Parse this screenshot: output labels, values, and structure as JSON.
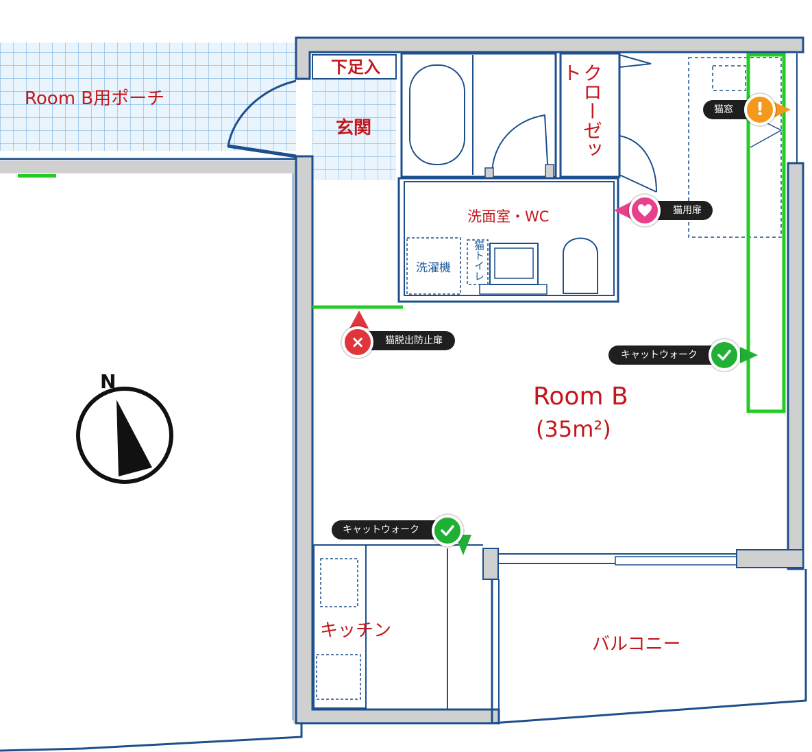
{
  "rooms": {
    "porch": "Room B用ポーチ",
    "shoe_box": "下足入",
    "entrance": "玄関",
    "closet": "クローゼット",
    "washroom": "洗面室・WC",
    "washer": "洗濯機",
    "cat_toilet": "猫トイレ",
    "room_name": "Room B",
    "room_area": "(35m²)",
    "kitchen": "キッチン",
    "balcony": "バルコニー"
  },
  "compass": {
    "label": "N"
  },
  "markers": {
    "cat_window": {
      "label": "猫窓",
      "symbol": "!",
      "color": "#f39a1c"
    },
    "cat_door": {
      "label": "猫用扉",
      "symbol": "heart",
      "color": "#e8408a"
    },
    "escape_door": {
      "label": "猫脱出防止扉",
      "symbol": "×",
      "color": "#e0353b"
    },
    "catwalk_right": {
      "label": "キャットウォーク",
      "symbol": "check",
      "color": "#1fb035"
    },
    "catwalk_kitchen": {
      "label": "キャットウォーク",
      "symbol": "check",
      "color": "#1fb035"
    }
  },
  "colors": {
    "wall": "#1c4f8c",
    "wall_fill": "#d0d0d0",
    "label": "#c4161c",
    "grid": "#7fb7e6",
    "catwalk": "#22cc22"
  }
}
